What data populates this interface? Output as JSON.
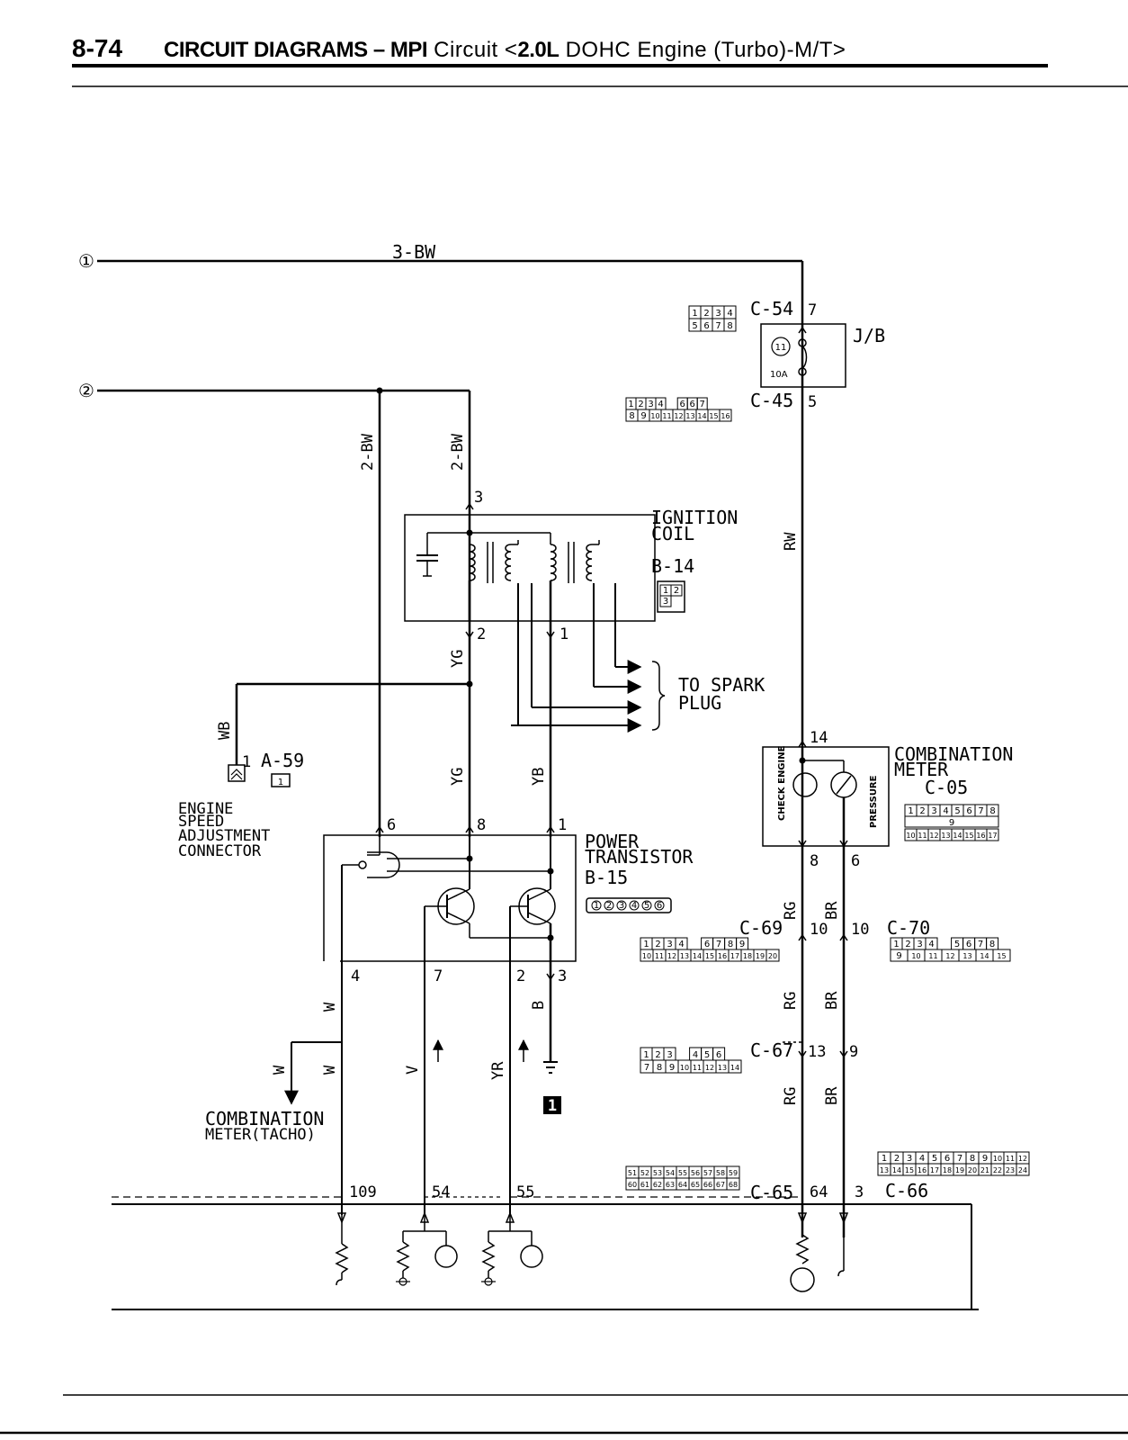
{
  "header": {
    "page_number": "8-74",
    "title_bold": "CIRCUIT DIAGRAMS – MPI",
    "title_circuit": " Circuit <",
    "title_engine_bold": "2.0L",
    "title_rest": " DOHC Engine (Turbo)-M/T>"
  },
  "diagram": {
    "ref_1": "①",
    "ref_2": "②",
    "wire_3bw": "3-BW",
    "wire_2bw_a": "2-BW",
    "wire_2bw_b": "2-BW",
    "wire_rw": "RW",
    "wire_wb": "WB",
    "wire_yg_a": "YG",
    "wire_yg_b": "YG",
    "wire_yb": "YB",
    "wire_w_a": "W",
    "wire_w_b": "W",
    "wire_w_c": "W",
    "wire_v": "V",
    "wire_yr": "YR",
    "wire_b": "B",
    "wire_rg_a": "RG",
    "wire_rg_b": "RG",
    "wire_rg_c": "RG",
    "wire_br_a": "BR",
    "wire_br_b": "BR",
    "wire_br_c": "BR",
    "c54_label": "C-54",
    "c54_pin": "7",
    "c54_cells": [
      "1",
      "2",
      "3",
      "4",
      "5",
      "6",
      "7",
      "8"
    ],
    "jb_label": "J/B",
    "fuse_number": "11",
    "fuse_rating": "10A",
    "c45_label": "C-45",
    "c45_pin": "5",
    "c45_row1": [
      "1",
      "2",
      "3",
      "4",
      "6",
      "6",
      "7"
    ],
    "c45_row2": [
      "8",
      "9",
      "10",
      "11",
      "12",
      "13",
      "14",
      "15",
      "16"
    ],
    "ign_coil_label_1": "IGNITION",
    "ign_coil_label_2": "COIL",
    "ign_pin_3": "3",
    "ign_pin_2": "2",
    "ign_pin_1": "1",
    "b14_label": "B-14",
    "b14_cells": [
      "1",
      "2",
      "3"
    ],
    "spark_label_1": "TO SPARK",
    "spark_label_2": "PLUG",
    "a59_pin": "1",
    "a59_label": "A-59",
    "a59_cell": "1",
    "eng_label": [
      "ENGINE",
      "SPEED",
      "ADJUSTMENT",
      "CONNECTOR"
    ],
    "pt_label_1": "POWER",
    "pt_label_2": "TRANSISTOR",
    "b15_label": "B-15",
    "b15_cells": [
      "1",
      "2",
      "3",
      "4",
      "5",
      "6"
    ],
    "pt_pin_6": "6",
    "pt_pin_8": "8",
    "pt_pin_1": "1",
    "pt_pin_4": "4",
    "pt_pin_7": "7",
    "pt_pin_2": "2",
    "pt_pin_3": "3",
    "ground_ref": "1",
    "comb_meter_label_1": "COMBINATION",
    "comb_meter_label_2": "METER",
    "c05_label": "C-05",
    "c05_row1": [
      "1",
      "2",
      "3",
      "4",
      "5",
      "6",
      "7",
      "8"
    ],
    "c05_mid": "9",
    "c05_row2": [
      "10",
      "11",
      "12",
      "13",
      "14",
      "15",
      "16",
      "17"
    ],
    "meter_pin_14": "14",
    "meter_pin_8": "8",
    "meter_pin_6": "6",
    "check_engine": "CHECK ENGINE",
    "pressure": "PRESSURE",
    "c69_label": "C-69",
    "c69_pin": "10",
    "c69_row1": [
      "1",
      "2",
      "3",
      "4",
      "6",
      "7",
      "8",
      "9"
    ],
    "c69_row2": [
      "10",
      "11",
      "12",
      "13",
      "14",
      "15",
      "16",
      "17",
      "18",
      "19",
      "20"
    ],
    "c70_label": "C-70",
    "c70_pin": "10",
    "c70_row1": [
      "1",
      "2",
      "3",
      "4",
      "5",
      "6",
      "7",
      "8"
    ],
    "c70_row2": [
      "9",
      "10",
      "11",
      "12",
      "13",
      "14",
      "15"
    ],
    "c67_label": "C-67",
    "c67_pin_13": "13",
    "c67_pin_9": "9",
    "c67_row1": [
      "1",
      "2",
      "3",
      "4",
      "5",
      "6"
    ],
    "c67_row2": [
      "7",
      "8",
      "9",
      "10",
      "11",
      "12",
      "13",
      "14"
    ],
    "tacho_label_1": "COMBINATION",
    "tacho_label_2": "METER(TACHO)",
    "ecu_pin_109": "109",
    "ecu_pin_54": "54",
    "ecu_pin_55": "55",
    "ecu_pin_64": "64",
    "ecu_pin_3": "3",
    "c65_label": "C-65",
    "c65_row1": [
      "51",
      "52",
      "53",
      "54",
      "55",
      "56",
      "57",
      "58",
      "59"
    ],
    "c65_row2": [
      "60",
      "61",
      "62",
      "63",
      "64",
      "65",
      "66",
      "67",
      "68"
    ],
    "c66_label": "C-66",
    "c66_row1": [
      "1",
      "2",
      "3",
      "4",
      "5",
      "6",
      "7",
      "8",
      "9",
      "10",
      "11",
      "12"
    ],
    "c66_row2": [
      "13",
      "14",
      "15",
      "16",
      "17",
      "18",
      "19",
      "20",
      "21",
      "22",
      "23",
      "24"
    ]
  }
}
